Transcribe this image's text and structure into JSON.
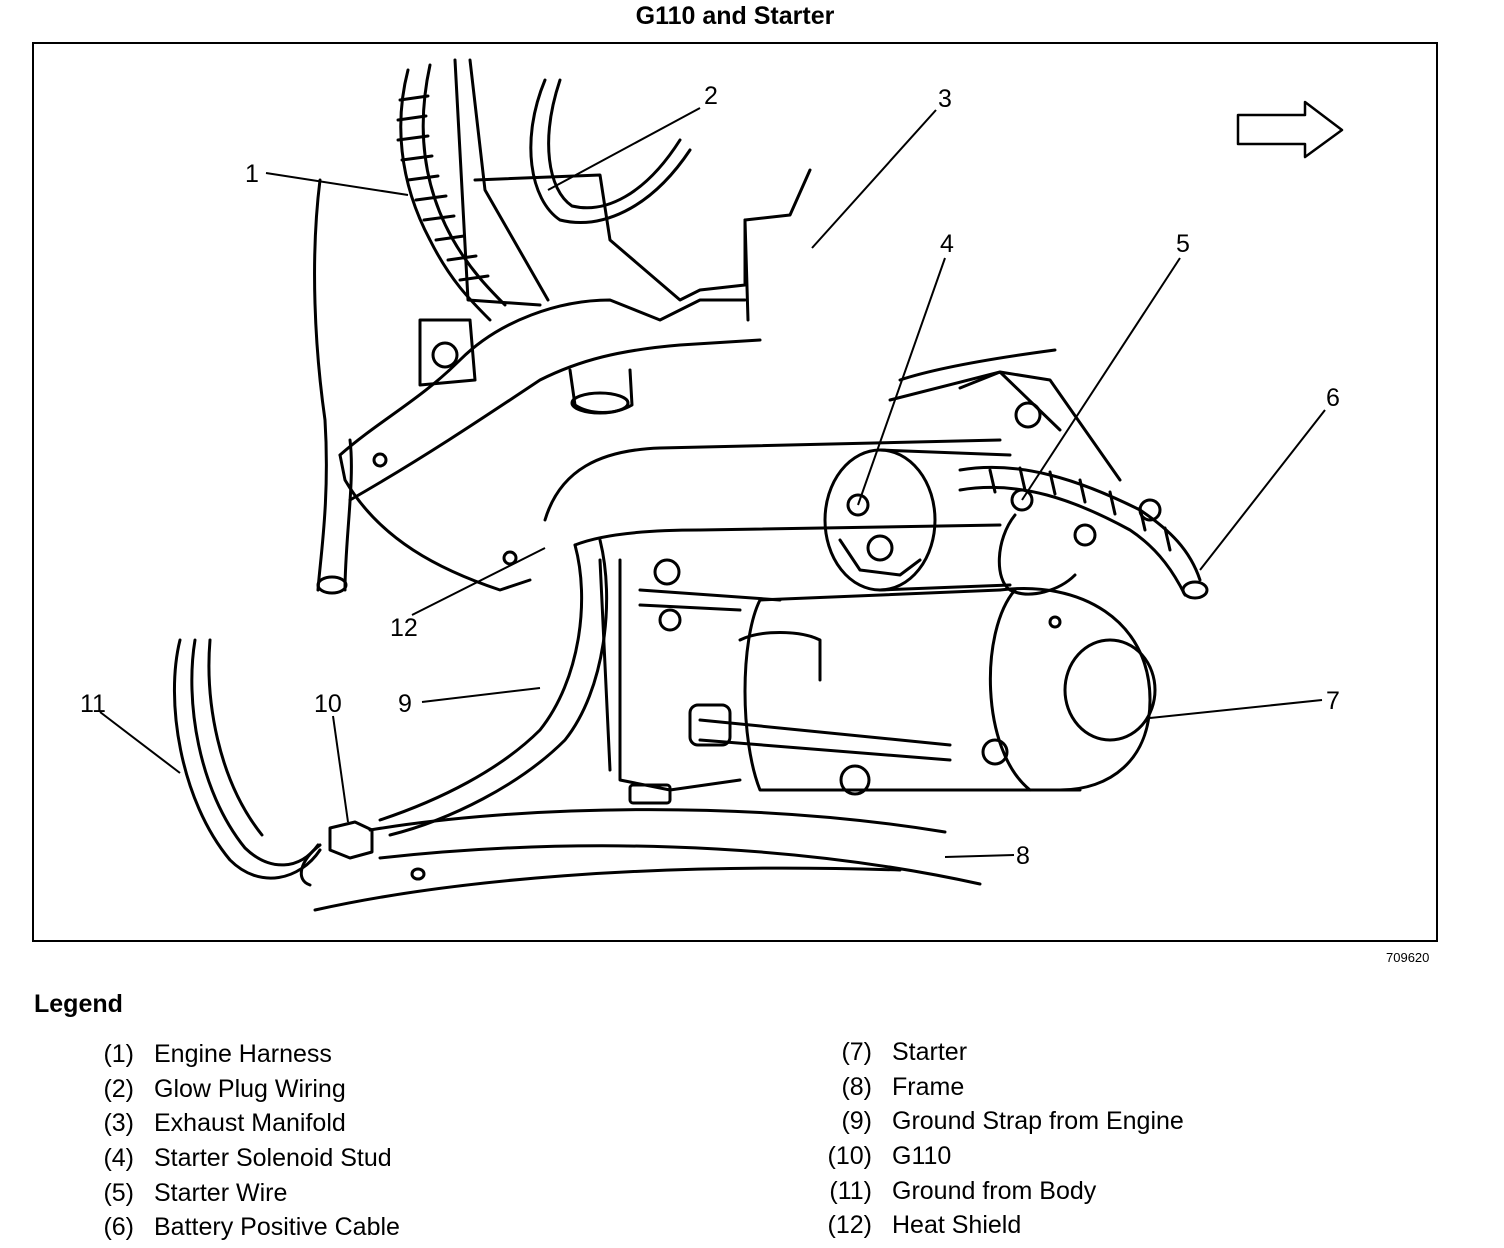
{
  "title": "G110 and Starter",
  "figure_id": "709620",
  "callouts": [
    "1",
    "2",
    "3",
    "4",
    "5",
    "6",
    "7",
    "8",
    "9",
    "10",
    "11",
    "12"
  ],
  "legend": {
    "heading": "Legend",
    "left": [
      {
        "num": "(1)",
        "label": "Engine Harness"
      },
      {
        "num": "(2)",
        "label": "Glow Plug Wiring"
      },
      {
        "num": "(3)",
        "label": "Exhaust Manifold"
      },
      {
        "num": "(4)",
        "label": "Starter Solenoid Stud"
      },
      {
        "num": "(5)",
        "label": "Starter Wire"
      },
      {
        "num": "(6)",
        "label": "Battery Positive Cable"
      }
    ],
    "right": [
      {
        "num": "(7)",
        "label": "Starter"
      },
      {
        "num": "(8)",
        "label": "Frame"
      },
      {
        "num": "(9)",
        "label": "Ground Strap from Engine"
      },
      {
        "num": "(10)",
        "label": "G110"
      },
      {
        "num": "(11)",
        "label": "Ground from Body"
      },
      {
        "num": "(12)",
        "label": "Heat Shield"
      }
    ]
  }
}
